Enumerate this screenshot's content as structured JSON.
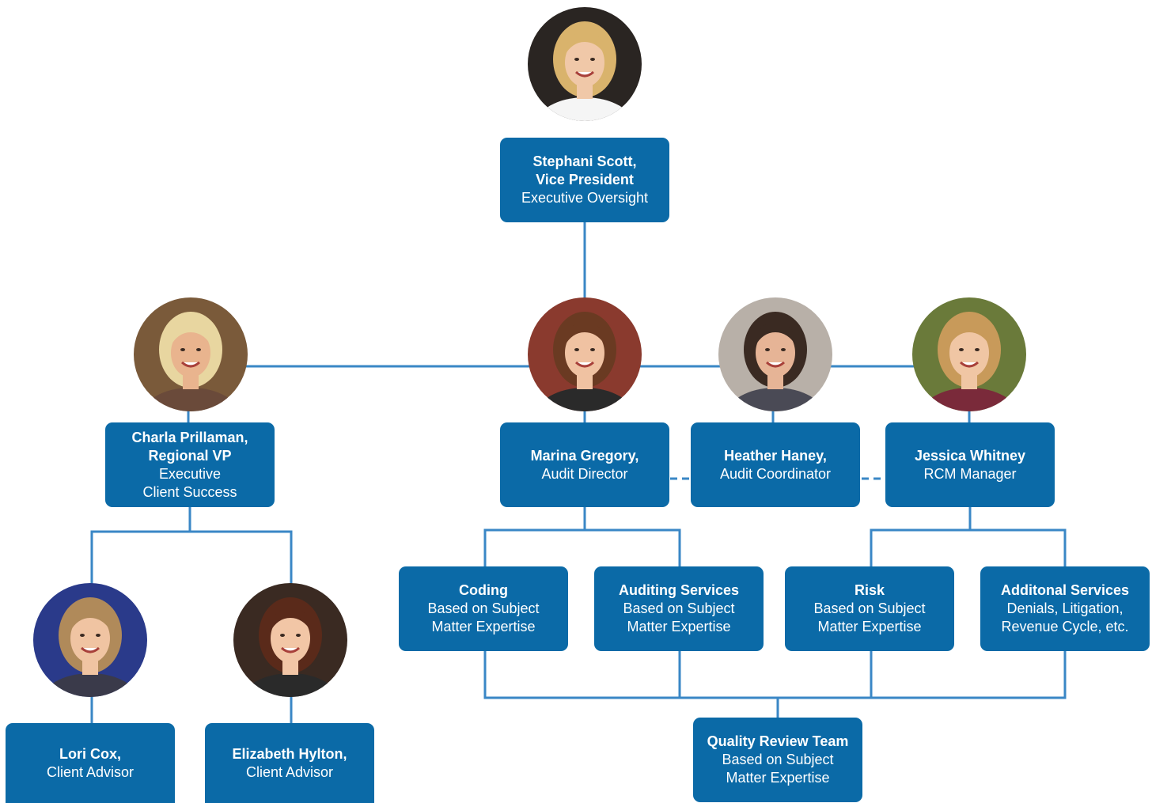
{
  "nodes": {
    "stephani": {
      "name": "Stephani Scott,",
      "title": "Vice President",
      "role": "Executive Oversight"
    },
    "charla": {
      "name": "Charla Prillaman,",
      "title": "Regional VP",
      "role1": "Executive",
      "role2": "Client Success"
    },
    "marina": {
      "name": "Marina Gregory,",
      "role": "Audit Director"
    },
    "heather": {
      "name": "Heather Haney,",
      "role": "Audit Coordinator"
    },
    "jessica": {
      "name": "Jessica Whitney",
      "role": "RCM Manager"
    },
    "coding": {
      "name": "Coding",
      "line1": "Based on Subject",
      "line2": "Matter Expertise"
    },
    "auditing": {
      "name": "Auditing Services",
      "line1": "Based on Subject",
      "line2": "Matter Expertise"
    },
    "risk": {
      "name": "Risk",
      "line1": "Based on Subject",
      "line2": "Matter Expertise"
    },
    "additional": {
      "name": "Additonal Services",
      "line1": "Denials, Litigation,",
      "line2": "Revenue Cycle, etc."
    },
    "quality": {
      "name": "Quality Review Team",
      "line1": "Based on Subject",
      "line2": "Matter Expertise"
    },
    "lori": {
      "name": "Lori Cox,",
      "role": "Client Advisor"
    },
    "elizabeth": {
      "name": "Elizabeth Hylton,",
      "role": "Client Advisor"
    }
  },
  "colors": {
    "box": "#0b6aa7",
    "line": "#3a87c6",
    "text": "#ffffff"
  },
  "avatars": [
    {
      "id": "stephani",
      "bg": "#2a2522",
      "hair": "#d9b36c",
      "skin": "#f0c8a8",
      "shirt": "#f5f5f5"
    },
    {
      "id": "charla",
      "bg": "#7a5a3a",
      "hair": "#e8d6a0",
      "skin": "#e9b48e",
      "shirt": "#6a4a3a"
    },
    {
      "id": "marina",
      "bg": "#8a3a2e",
      "hair": "#6a3a22",
      "skin": "#f0c2a2",
      "shirt": "#2a2a2a"
    },
    {
      "id": "heather",
      "bg": "#b8b0a8",
      "hair": "#3a2a22",
      "skin": "#e6b496",
      "shirt": "#4a4a55"
    },
    {
      "id": "jessica",
      "bg": "#6a7a3a",
      "hair": "#c89a5a",
      "skin": "#f0c6a4",
      "shirt": "#7a2a3a"
    },
    {
      "id": "lori",
      "bg": "#2a3a8a",
      "hair": "#b08a5a",
      "skin": "#f0c4a2",
      "shirt": "#3a3a4a"
    },
    {
      "id": "elizabeth",
      "bg": "#3a2a22",
      "hair": "#5a2a1a",
      "skin": "#f2c6a6",
      "shirt": "#2a2a2a"
    }
  ]
}
